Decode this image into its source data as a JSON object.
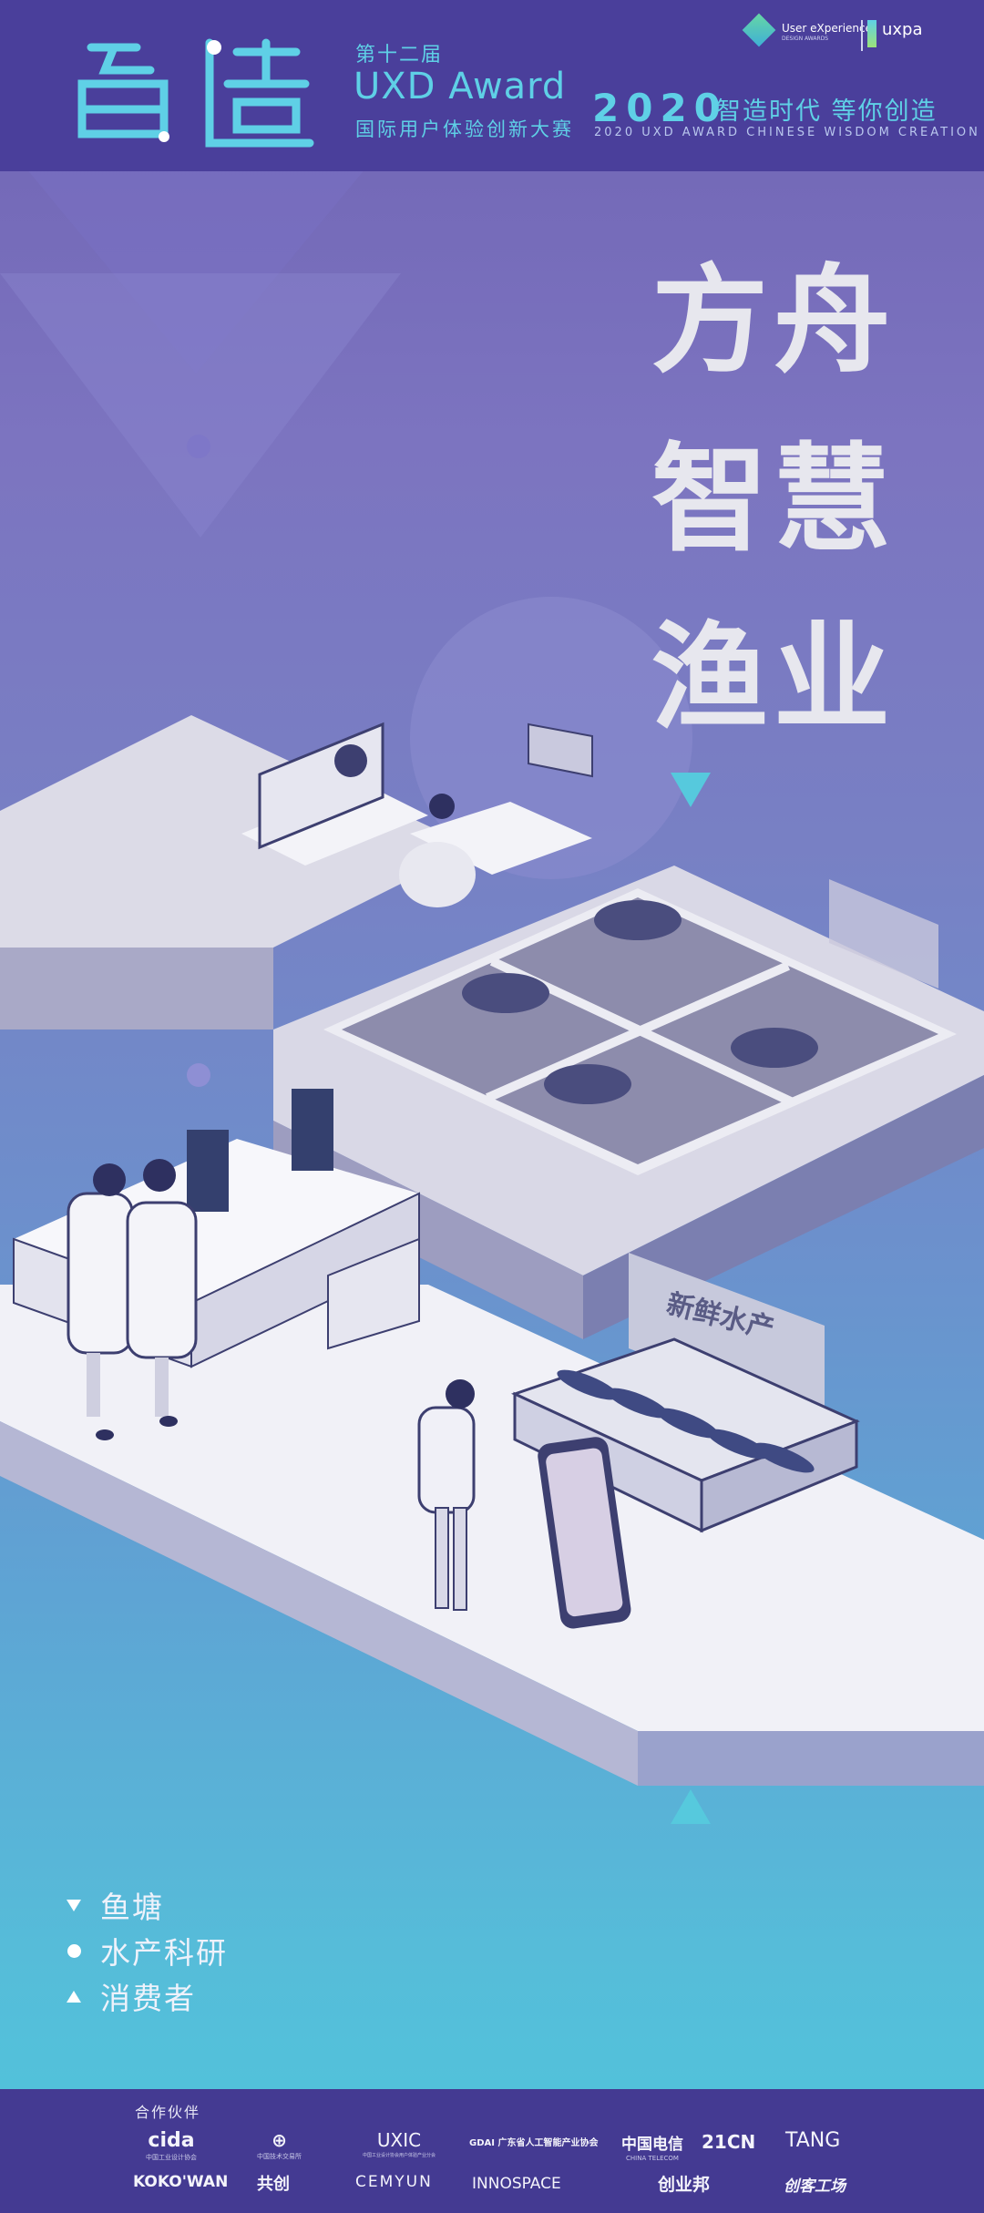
{
  "header": {
    "logo_text": "智造",
    "edition": "第十二届",
    "award_title": "UXD Award",
    "award_subtitle": "国际用户体验创新大赛",
    "year": "2020",
    "slogan": "智造时代 等你创造",
    "slogan_en": "2020 UXD AWARD CHINESE WISDOM CREATION",
    "sponsor_logo_1": "User eXperience",
    "sponsor_logo_1_sub": "DESIGN AWARDS",
    "sponsor_logo_2": "uxpa"
  },
  "title_lines": [
    "方舟",
    "智慧",
    "渔业"
  ],
  "sign_text": "新鲜水产",
  "legend": [
    {
      "marker": "triangle-down",
      "label": "鱼塘"
    },
    {
      "marker": "dot",
      "label": "水产科研"
    },
    {
      "marker": "triangle-up",
      "label": "消费者"
    }
  ],
  "footer": {
    "partners_label": "合作伙伴",
    "partners_row1": [
      {
        "name": "cida",
        "sub": "中国工业设计协会"
      },
      {
        "name": "⊕",
        "sub": "中国技术交易所"
      },
      {
        "name": "UXIC",
        "sub": "中国工业设计协会用户体验产业分会"
      },
      {
        "name": "GDAI 广东省人工智能产业协会",
        "sub": ""
      },
      {
        "name": "中国电信",
        "sub": "CHINA TELECOM"
      },
      {
        "name": "21CN",
        "sub": ""
      },
      {
        "name": "TANG",
        "sub": ""
      }
    ],
    "partners_row2": [
      {
        "name": "KOKO'WAN",
        "sub": ""
      },
      {
        "name": "共创",
        "sub": ""
      },
      {
        "name": "CEMYUN",
        "sub": ""
      },
      {
        "name": "INNOSPACE",
        "sub": ""
      },
      {
        "name": "创业邦",
        "sub": ""
      },
      {
        "name": "创客工场",
        "sub": ""
      }
    ]
  },
  "colors": {
    "header_bg": "#4a3f9b",
    "accent_cyan": "#5fd0e6",
    "title_text": "#e7e7ee",
    "footer_bg": "#443a92"
  }
}
